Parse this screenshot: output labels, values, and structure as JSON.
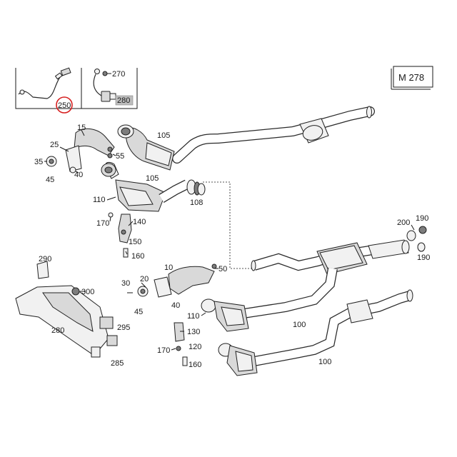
{
  "model_box": {
    "label": "M 278"
  },
  "inset": {
    "sensor_label": "250",
    "bracket_label_top": "270",
    "bracket_label_bottom": "280"
  },
  "highlight_color": "#d61f1f",
  "labels": {
    "l15": "15",
    "l25": "25",
    "l35": "35",
    "l45a": "45",
    "l40a": "40",
    "l55": "55",
    "l105a": "105",
    "l105b": "105",
    "l110a": "110",
    "l170a": "170",
    "l140": "140",
    "l150": "150",
    "l160a": "160",
    "l108": "108",
    "l200": "200",
    "l190a": "190",
    "l190b": "190",
    "l290": "290",
    "l300": "300",
    "l280": "280",
    "l295": "295",
    "l285": "285",
    "l30": "30",
    "l20": "20",
    "l10": "10",
    "l50": "50",
    "l45b": "45",
    "l40b": "40",
    "l110b": "110",
    "l130": "130",
    "l170b": "170",
    "l120": "120",
    "l160b": "160",
    "l100a": "100",
    "l100b": "100"
  }
}
